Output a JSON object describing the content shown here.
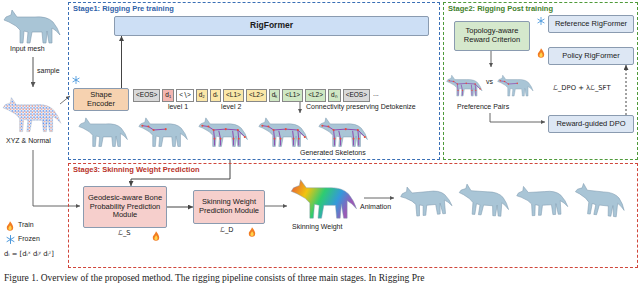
{
  "diagram": {
    "caption": "Figure 1. Overview of the proposed method. The rigging pipeline consists of three main stages. In Rigging Pre",
    "nodes": [
      {
        "text": [
          "Stage1: Rigging Pre training"
        ]
      },
      {
        "text": [
          "RigFormer"
        ],
        "in": 0
      },
      {
        "text": [
          "Shape Encoder"
        ],
        "in": 0
      },
      {
        "text": [
          "<EOS>"
        ],
        "in": 0
      },
      {
        "text": [
          "d₁"
        ],
        "in": 0
      },
      {
        "text": [
          "<∖>"
        ],
        "in": 0
      },
      {
        "text": [
          "d₂"
        ],
        "in": 0
      },
      {
        "text": [
          "dᵣ"
        ],
        "in": 0
      },
      {
        "text": [
          "<L1>"
        ],
        "in": 0
      },
      {
        "text": [
          "<L2>"
        ],
        "in": 0
      },
      {
        "text": [
          "dₖ"
        ],
        "in": 0
      },
      {
        "text": [
          "<L1>"
        ],
        "in": 0
      },
      {
        "text": [
          "<L2>"
        ],
        "in": 0
      },
      {
        "text": [
          "dₙ"
        ],
        "in": 0
      },
      {
        "text": [
          "<EOS>"
        ],
        "in": 0
      },
      {
        "text": [
          "Stage2: Rigging Post training"
        ]
      },
      {
        "text": [
          "Topology-aware Reward Criterion"
        ],
        "in": 15
      },
      {
        "text": [
          "Reference RigFormer"
        ],
        "in": 15
      },
      {
        "text": [
          "Policy RigFormer"
        ],
        "in": 15
      },
      {
        "text": [
          "Reward-guided DPO"
        ],
        "in": 15
      },
      {
        "text": [
          "Stage3: Skinning Weight Prediction"
        ]
      },
      {
        "text": [
          "Geodesic-aware Bone Probability Prediction Module"
        ],
        "in": 20
      },
      {
        "text": [
          "Skinning Weight Prediction Module"
        ],
        "in": 20
      }
    ],
    "edges": [
      {
        "from": 2,
        "to": 1,
        "arrow": "to"
      },
      {
        "from": 19,
        "to": 18,
        "arrow": "to"
      },
      {
        "from": 0,
        "to": 21,
        "arrow": "to"
      },
      {
        "from": 21,
        "to": 22,
        "arrow": "to"
      }
    ],
    "labels": [
      "Input mesh",
      "sample",
      "XYZ & Normal",
      "dᵢ = [dᵢˣ dᵢʸ dᵢᶻ]",
      "level 1",
      "level 2",
      "...",
      "Connectivity preserving Detokenize",
      "Generated Skeletons",
      "vs",
      "Preference Pairs",
      "ℒ_DPO + λℒ_SFT",
      "ℒ_S",
      "ℒ_D",
      "Skinning Weight",
      "Animation"
    ],
    "legend": [
      {
        "text": "Train"
      },
      {
        "text": "Frozen"
      }
    ]
  }
}
